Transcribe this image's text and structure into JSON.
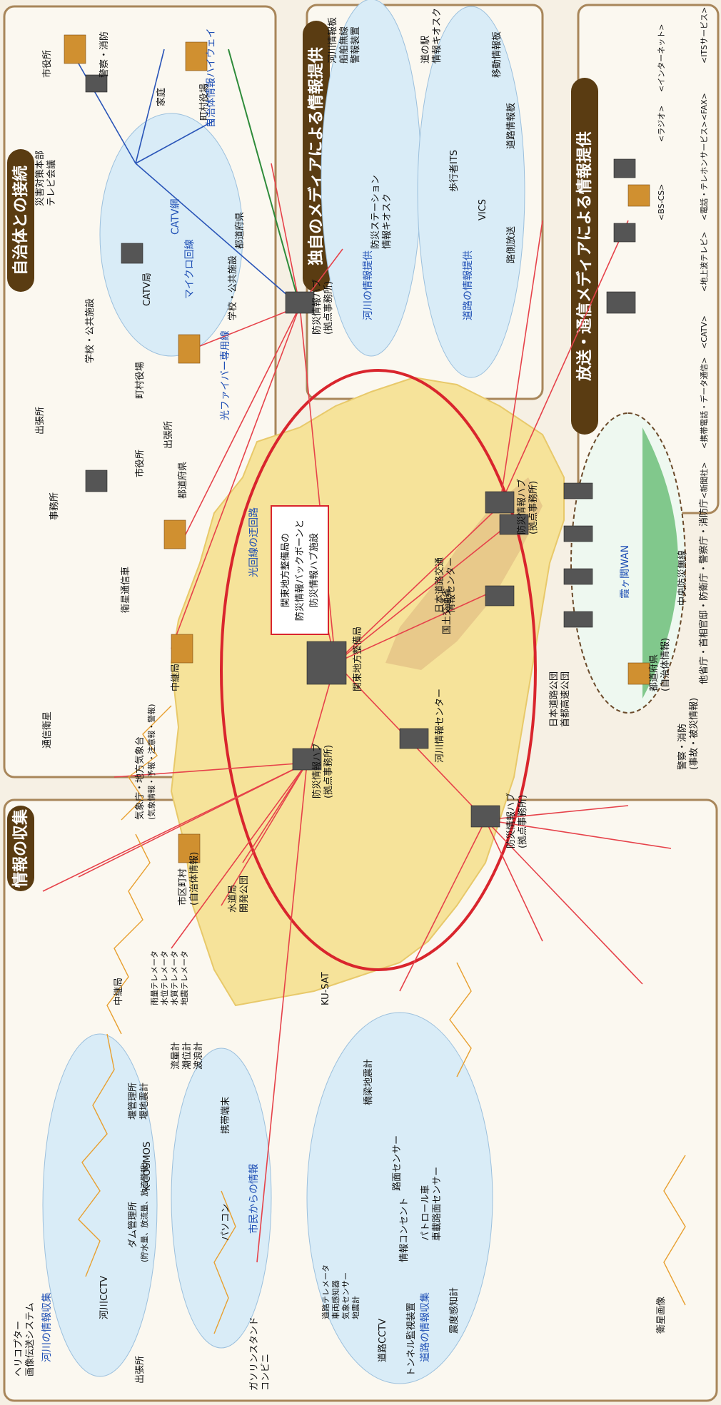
{
  "sections": {
    "info_collection": "情報の収集",
    "municipal_link": "自治体との接続",
    "own_media": "独自のメディアによる情報提供",
    "broadcast_media": "放送・通信メディアによる情報提供"
  },
  "blue_labels": {
    "river_collection": "河川の情報収集",
    "citizen_info": "市民からの情報",
    "road_collection": "道路の情報収集",
    "optical_bypass": "光回線の迂回路",
    "fiber_line": "光ファイバー専用線",
    "micro_line": "マイクロ回線",
    "catv_net": "CATV網",
    "muni_highway": "自治体情報ハイウェイ",
    "river_provision": "河川の情報提供",
    "road_provision": "道路の情報提供",
    "kasumigaseki_wan": "霞ヶ関WAN",
    "central_radio": "中央防災無線"
  },
  "backbone": [
    "関東地方整備局の",
    "防災情報バックボーンと",
    "防災情報ハブ施設"
  ],
  "hubs": [
    "防災情報ハブ",
    "(拠点事務所)"
  ],
  "center_nodes": {
    "kanto_bureau": "関東地方整備局",
    "mlit": "国土交通省",
    "road_traffic_center": [
      "日本道路交通",
      "情報センター"
    ],
    "river_info_center": "河川情報センター",
    "highway_corp": [
      "日本道路公団",
      "首都高速公団"
    ]
  },
  "collection": {
    "helicopter": [
      "ヘリコプター",
      "画像伝送システム"
    ],
    "kcosmos": "K-COSMOS",
    "relay_station": "中継局",
    "comm_satellite": "通信衛星",
    "satellite_truck": "衛星通信車",
    "relay_station2": "中継局",
    "meteo_agency": [
      "気象庁・地方気象台",
      "(気象情報・予報・注意報・警報)"
    ],
    "city_town": [
      "市区町村",
      "(自治体情報)"
    ],
    "water_dept": [
      "水道局",
      "開発公団"
    ],
    "river_cctv": "河川CCTV",
    "field_office": "出張所",
    "dam_office": [
      "ダム管理所",
      "(貯水量、放流量、放流警報)"
    ],
    "telemeters": [
      "雨量テレメータ",
      "水位テレメータ",
      "水質テレメータ",
      "地震テレメータ"
    ],
    "sluice": [
      "堰管理所",
      "堰地震計"
    ],
    "gauges": [
      "流量計",
      "潮位計",
      "波浪計"
    ],
    "gas_station": [
      "ガソリンスタンド",
      "コンビニ"
    ],
    "pc": "パソコン",
    "mobile": "携帯端末",
    "kusat": "KU-SAT",
    "road_sensors": [
      "道路テレメータ",
      "車両感知器",
      "気象センサー",
      "地震計"
    ],
    "road_cctv": "道路CCTV",
    "tunnel": "トンネル監視装置",
    "info_outlet": "情報コンセント",
    "road_surface": "路面センサー",
    "patrol": "パトロール車",
    "onboard_sensor": "車載路面センサー",
    "bridge_seismo": "橋梁地震計",
    "seismo_ill": "震度感知計",
    "orbit_image": "衛星画像"
  },
  "municipal": {
    "city_office": "市役所",
    "police_fire": "警察・消防",
    "home": "家庭",
    "town_office": "町村役場",
    "disaster_hq": [
      "災害対策本部",
      "テレビ会議"
    ],
    "catv_station": "CATV局",
    "school": "学校・公共施設",
    "prefecture": "都道府県",
    "branch": "出張所",
    "office": "事務所"
  },
  "own_media": {
    "river_items": [
      "河川情報板",
      "船舶無線",
      "警報装置"
    ],
    "kiosk": [
      "防災ステーション",
      "情報キオスク"
    ],
    "road_station": [
      "道の駅",
      "情報キオスク"
    ],
    "vms": "移動情報板",
    "road_board": "道路情報板",
    "its": "歩行者ITS",
    "vics": "VICS",
    "road_broadcast": "路側放送"
  },
  "broadcast": [
    "<新聞社>",
    "<携帯電話・データ通信>",
    "<CATV>",
    "<地上波テレビ>",
    "<電話・テレホンサービス>",
    "<BS-CS>",
    "<ラジオ>",
    "<FAX>",
    "<インターネット>",
    "<ITSサービス>"
  ],
  "central": {
    "agencies": [
      "他省庁・首相官邸・防衛庁・警察庁・消防庁"
    ]
  },
  "right_bottom": {
    "prefecture_info": [
      "都道府県",
      "(自治体情報)"
    ],
    "police_fire_info": [
      "警察・消防",
      "(事故・被災情報)"
    ]
  },
  "colors": {
    "backbone": "#d9252d",
    "red_line": "#e6424a",
    "blue_line": "#2a55b8",
    "green_line": "#2e8b3a",
    "map": "#f6e39a",
    "panel_border": "#a8865a",
    "ellipse": "#d9ecf7",
    "header_bar": "#5a3c12"
  }
}
